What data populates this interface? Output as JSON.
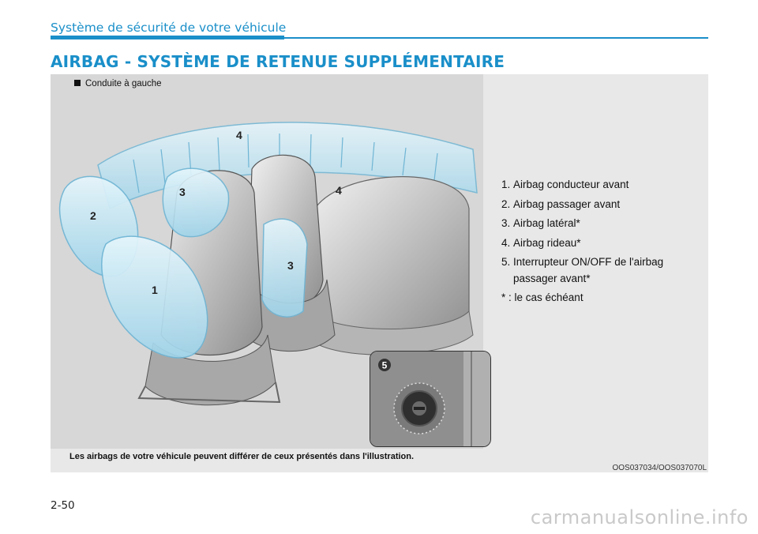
{
  "header": {
    "section": "Système de sécurité de votre véhicule",
    "title": "AIRBAG - SYSTÈME DE RETENUE SUPPLÉMENTAIRE"
  },
  "figure": {
    "drive_label": "Conduite à gauche",
    "callouts": [
      "1",
      "2",
      "3",
      "3",
      "4",
      "4",
      "5"
    ],
    "legend": [
      {
        "num": "1.",
        "text": "Airbag conducteur avant"
      },
      {
        "num": "2.",
        "text": "Airbag passager avant"
      },
      {
        "num": "3.",
        "text": "Airbag latéral*"
      },
      {
        "num": "4.",
        "text": "Airbag rideau*"
      },
      {
        "num": "5.",
        "text": "Interrupteur ON/OFF de l'airbag",
        "text2": "passager avant*"
      }
    ],
    "note": "* : le cas échéant",
    "caption": "Les airbags de votre véhicule peuvent différer de ceux présentés dans l'illustration.",
    "code": "OOS037034/OOS037070L"
  },
  "footer": {
    "page_number": "2-50",
    "watermark": "carmanualsonline.info"
  },
  "colors": {
    "accent": "#1a8fc9",
    "figure_bg": "#e8e8e8",
    "airbag_blue": "#bfe4f3"
  }
}
